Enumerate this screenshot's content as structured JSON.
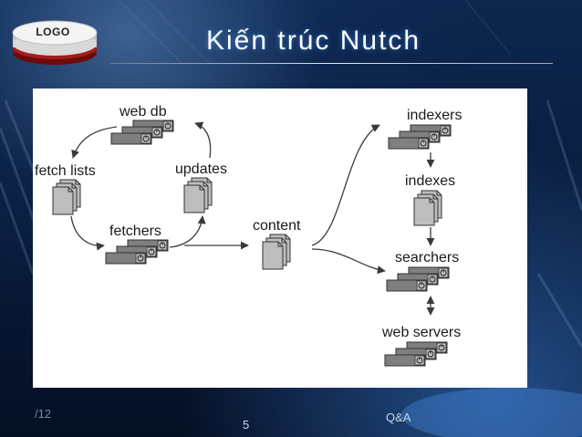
{
  "slide": {
    "title": "Kiến trúc Nutch",
    "logo_text": "LOGO",
    "footer": {
      "date": "/12",
      "page": "5",
      "qa": "Q&A"
    }
  },
  "diagram": {
    "nodes": {
      "web_db": "web db",
      "fetch_lists": "fetch lists",
      "updates": "updates",
      "fetchers": "fetchers",
      "content": "content",
      "indexers": "indexers",
      "indexes": "indexes",
      "searchers": "searchers",
      "web_servers": "web servers"
    }
  },
  "colors": {
    "slide_background": "#0a1d3d",
    "panel_background": "#ffffff",
    "server_fill": "#7f7f7f",
    "document_fill": "#bdbdbd",
    "arrow": "#3a3a3a"
  }
}
